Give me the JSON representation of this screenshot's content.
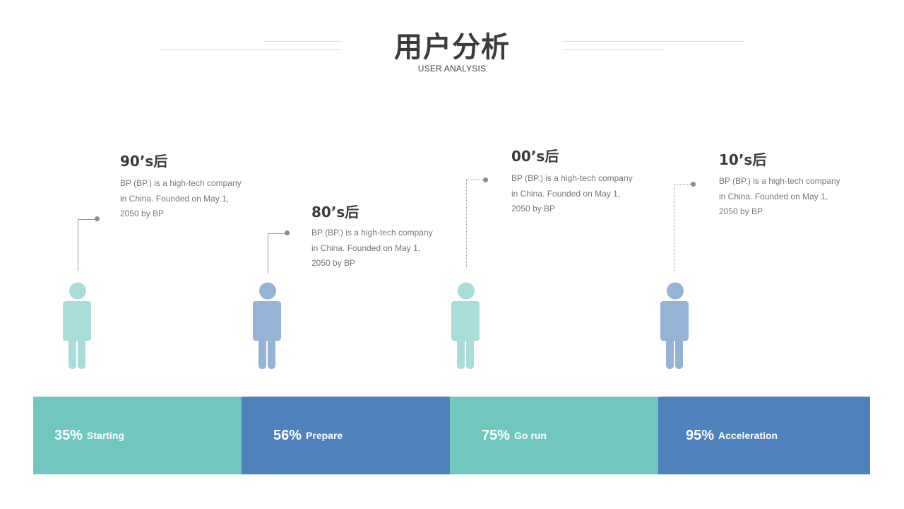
{
  "header": {
    "title": "用户分析",
    "subtitle": "USER ANALYSIS"
  },
  "colors": {
    "teal": "#72c6c0",
    "blue": "#4f81bd",
    "person_teal": "#a8ddd9",
    "person_blue": "#95b3d7",
    "text_dark": "#3b3b3b",
    "text_gray": "#777777"
  },
  "generations": [
    {
      "title": "90’s后",
      "desc_line1": "BP (BP.) is a high-tech company",
      "desc_line2": "in China. Founded on May  1,",
      "desc_line3": "2050 by BP",
      "person_icon": "person-icon",
      "color": "teal"
    },
    {
      "title": "80’s后",
      "desc_line1": "BP (BP.) is a high-tech company",
      "desc_line2": "in China. Founded on May  1,",
      "desc_line3": "2050 by BP",
      "person_icon": "person-icon",
      "color": "blue"
    },
    {
      "title": "00’s后",
      "desc_line1": "BP (BP.) is a high-tech company",
      "desc_line2": "in China. Founded on May  1,",
      "desc_line3": "2050 by BP",
      "person_icon": "person-icon",
      "color": "teal"
    },
    {
      "title": "10’s后",
      "desc_line1": "BP (BP.) is a high-tech company",
      "desc_line2": "in China. Founded on May  1,",
      "desc_line3": "2050 by BP",
      "person_icon": "person-icon",
      "color": "blue"
    }
  ],
  "stages": [
    {
      "percent": "35%",
      "label": "Starting",
      "color": "teal"
    },
    {
      "percent": "56%",
      "label": "Prepare",
      "color": "blue"
    },
    {
      "percent": "75%",
      "label": "Go run",
      "color": "teal"
    },
    {
      "percent": "95%",
      "label": "Acceleration",
      "color": "blue"
    }
  ]
}
